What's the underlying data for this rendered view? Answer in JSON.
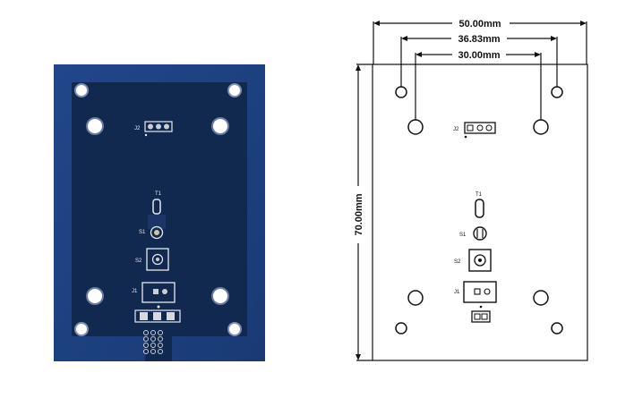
{
  "pcb_photo": {
    "labels": {
      "j2": "J2",
      "t1": "T1",
      "s1": "S1",
      "s2": "S2",
      "j1": "J1"
    }
  },
  "drawing": {
    "dimensions": {
      "width_outer": "50.00mm",
      "width_mid": "36.83mm",
      "width_inner": "30.00mm",
      "height": "70.00mm"
    },
    "labels": {
      "j2": "J2",
      "t1": "T1",
      "s1": "S1",
      "s2": "S2",
      "j1": "J1"
    }
  },
  "colors": {
    "board_blue": "#1d3f7c",
    "board_dark": "#10264d",
    "silk": "#e6e9f0",
    "line": "#111111"
  }
}
